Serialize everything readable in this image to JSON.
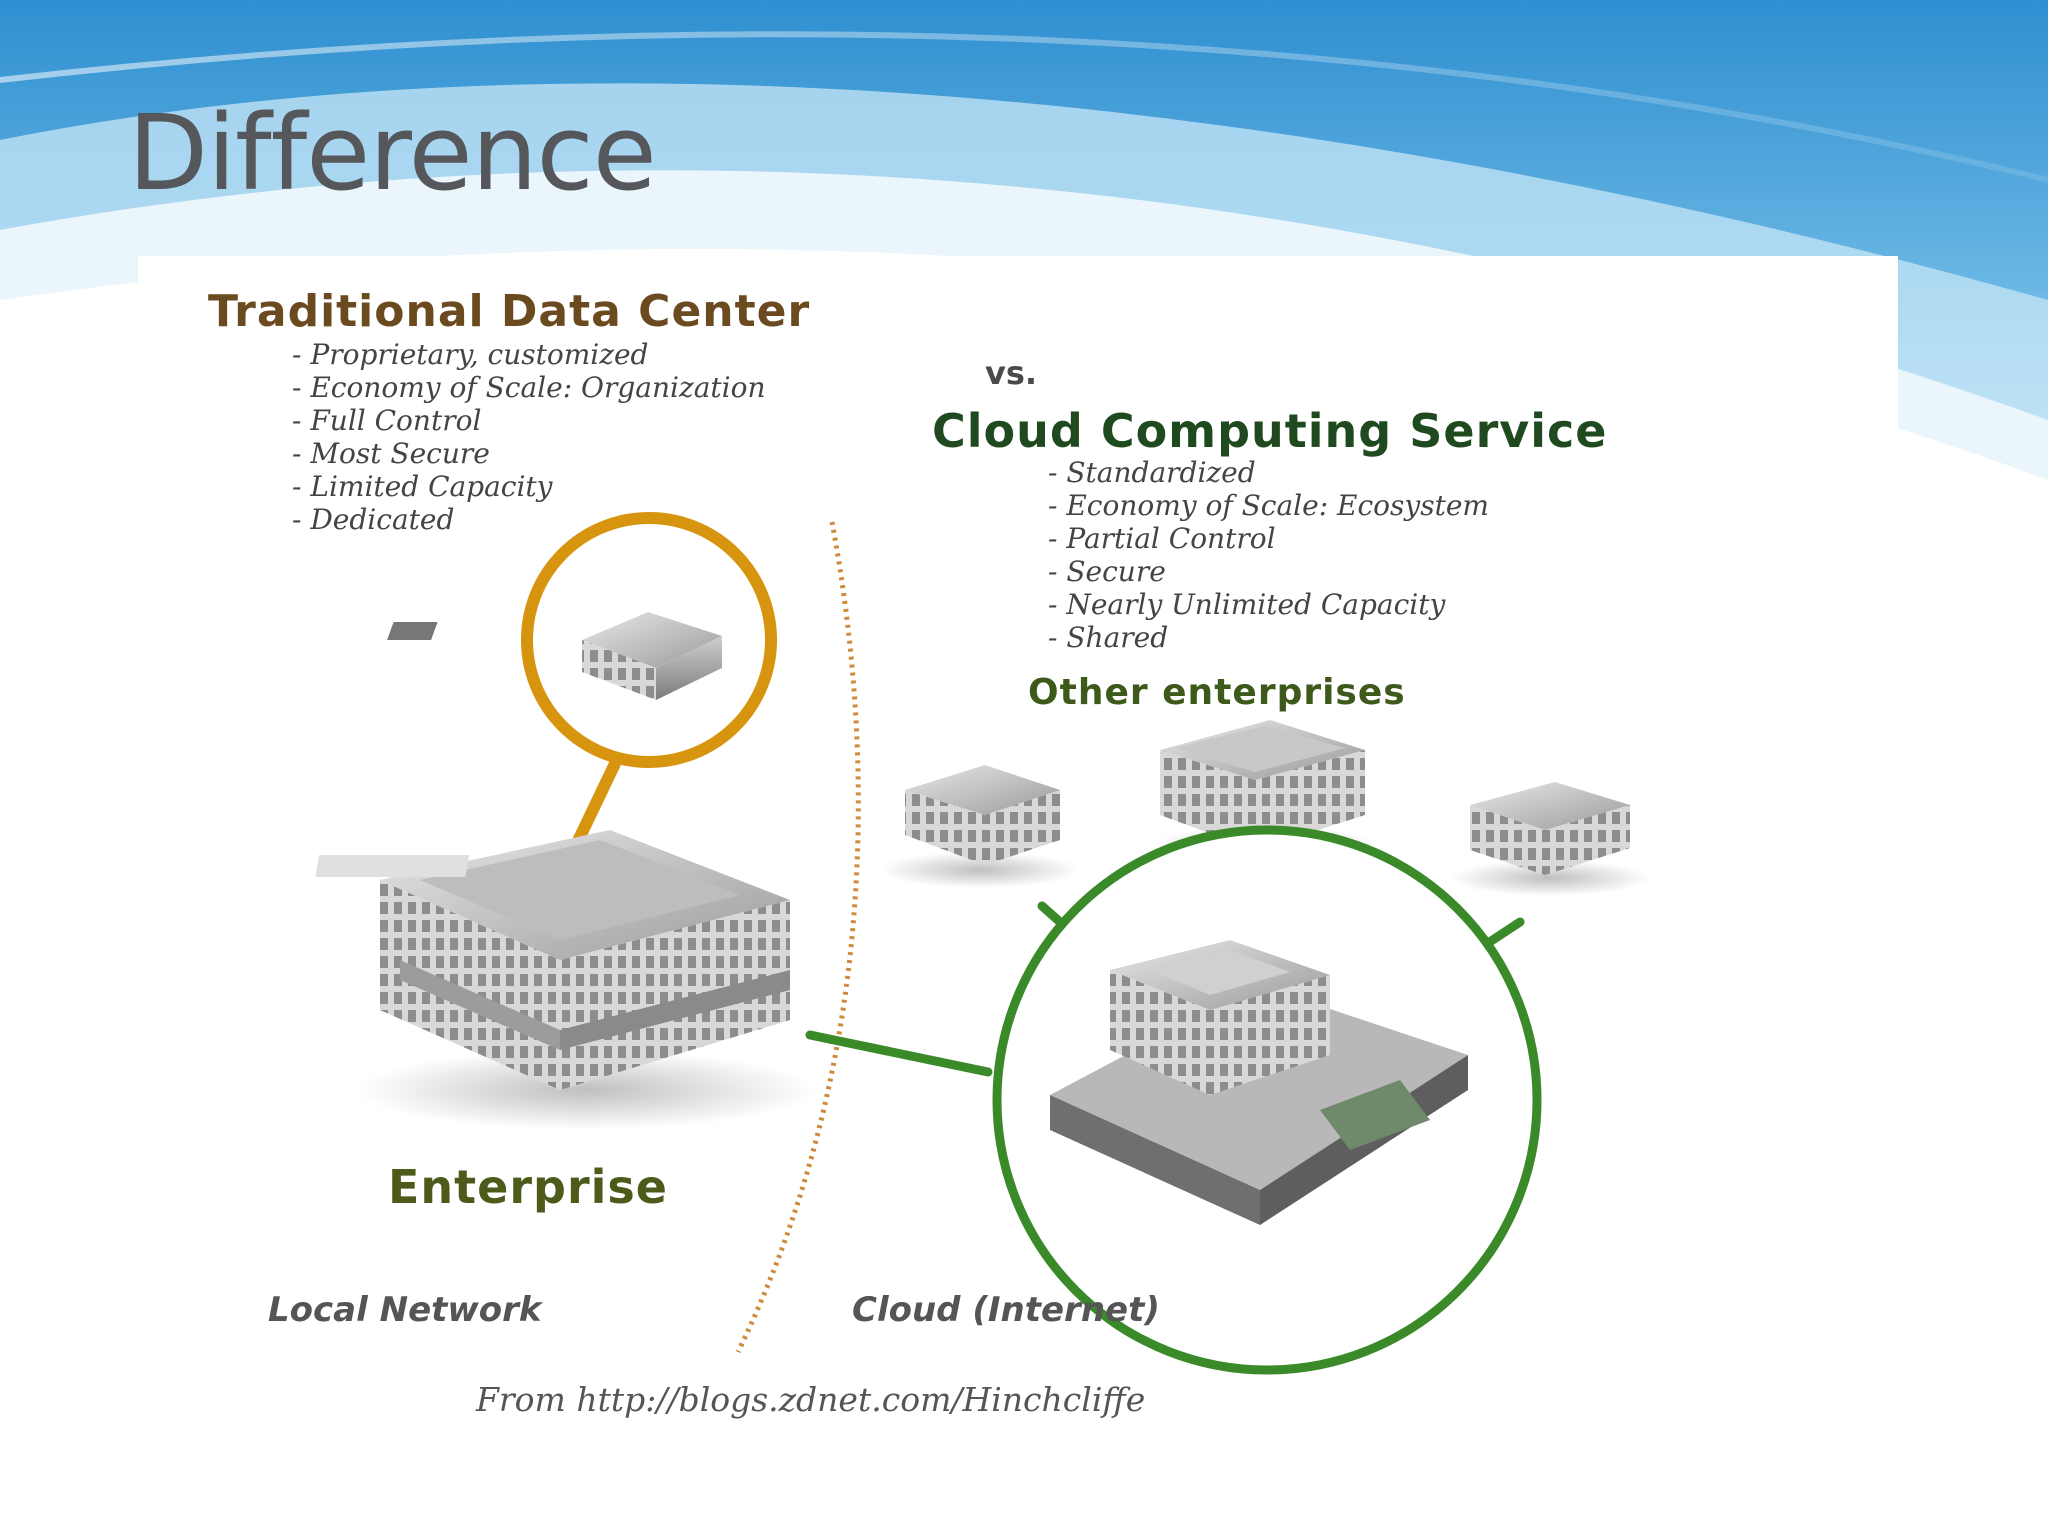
{
  "slide": {
    "title": "Difference"
  },
  "diagram": {
    "traditional": {
      "heading": "Traditional Data Center",
      "items": [
        "- Proprietary, customized",
        "- Economy of Scale: Organization",
        "- Full Control",
        "- Most Secure",
        "- Limited Capacity",
        "- Dedicated"
      ]
    },
    "vs_label": "vs.",
    "cloud": {
      "heading": "Cloud Computing Service",
      "items": [
        "- Standardized",
        "- Economy of Scale: Ecosystem",
        "- Partial Control",
        "- Secure",
        "- Nearly Unlimited Capacity",
        "- Shared"
      ]
    },
    "other_enterprises_label": "Other enterprises",
    "enterprise_label": "Enterprise",
    "local_network_label": "Local Network",
    "cloud_internet_label": "Cloud (Internet)",
    "source_label": "From http://blogs.zdnet.com/Hinchcliffe",
    "colors": {
      "traditional_accent": "#c98a1a",
      "cloud_accent": "#3a8a2a",
      "title_text": "#55575b",
      "sky_blue": "#3a9ad6"
    }
  }
}
